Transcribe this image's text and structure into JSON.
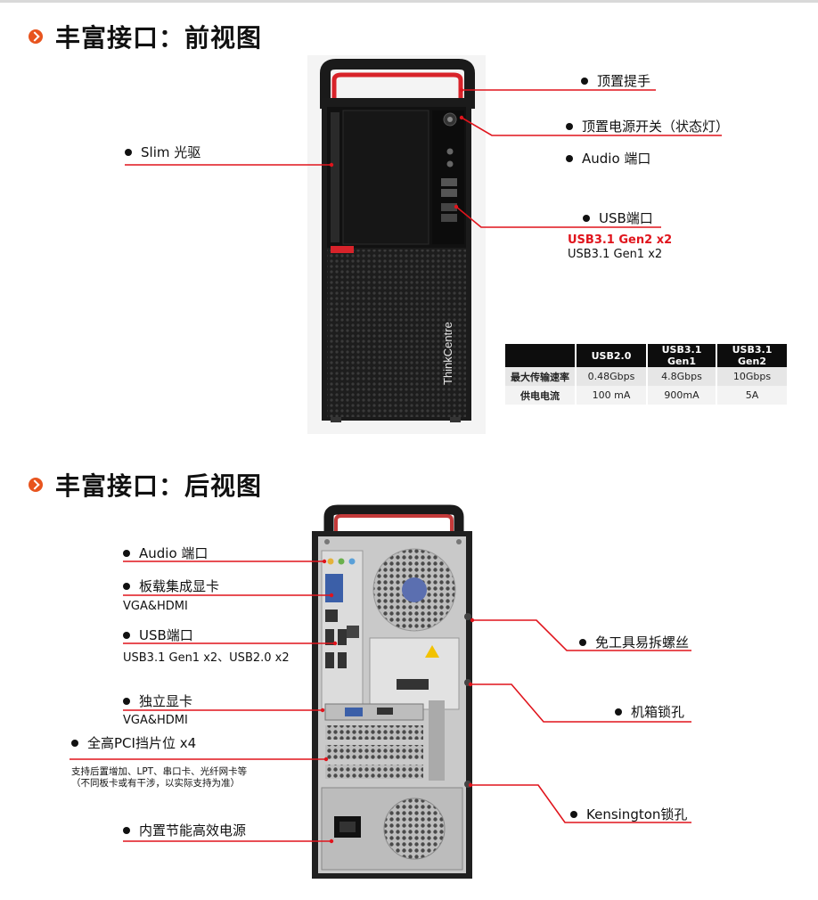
{
  "front": {
    "title": "丰富接口：前视图",
    "labels": {
      "top_handle": "顶置提手",
      "power_switch": "顶置电源开关（状态灯）",
      "audio_port": "Audio 端口",
      "usb_port": "USB端口",
      "slim_drive": "Slim 光驱"
    },
    "usb_red": "USB3.1 Gen2 x2",
    "usb_black": "USB3.1 Gen1 x2",
    "brand_text": "ThinkCentre",
    "table": {
      "headers": [
        "",
        "USB2.0",
        "USB3.1 Gen1",
        "USB3.1 Gen2"
      ],
      "rows": [
        [
          "最大传输速率",
          "0.48Gbps",
          "4.8Gbps",
          "10Gbps"
        ],
        [
          "供电电流",
          "100 mA",
          "900mA",
          "5A"
        ]
      ]
    }
  },
  "rear": {
    "title": "丰富接口：后视图",
    "labels": {
      "audio_port": "Audio 端口",
      "onboard_gpu": "板载集成显卡",
      "onboard_gpu_sub": "VGA&HDMI",
      "usb_port": "USB端口",
      "usb_sub": "USB3.1 Gen1 x2、USB2.0 x2",
      "discrete_gpu": "独立显卡",
      "discrete_gpu_sub": "VGA&HDMI",
      "pci_slots": "全高PCI挡片位 x4",
      "pci_note_1": "支持后置增加、LPT、串口卡、光纤网卡等",
      "pci_note_2": "（不同板卡或有干涉，以实际支持为准）",
      "psu": "内置节能高效电源",
      "tool_free_screw": "免工具易拆螺丝",
      "chassis_lock": "机箱锁孔",
      "kensington": "Kensington锁孔"
    }
  },
  "colors": {
    "accent_orange": "#e8541e",
    "leader_red": "#e0141c",
    "chassis": "#1b1b1b",
    "handle_red": "#d8232a"
  }
}
